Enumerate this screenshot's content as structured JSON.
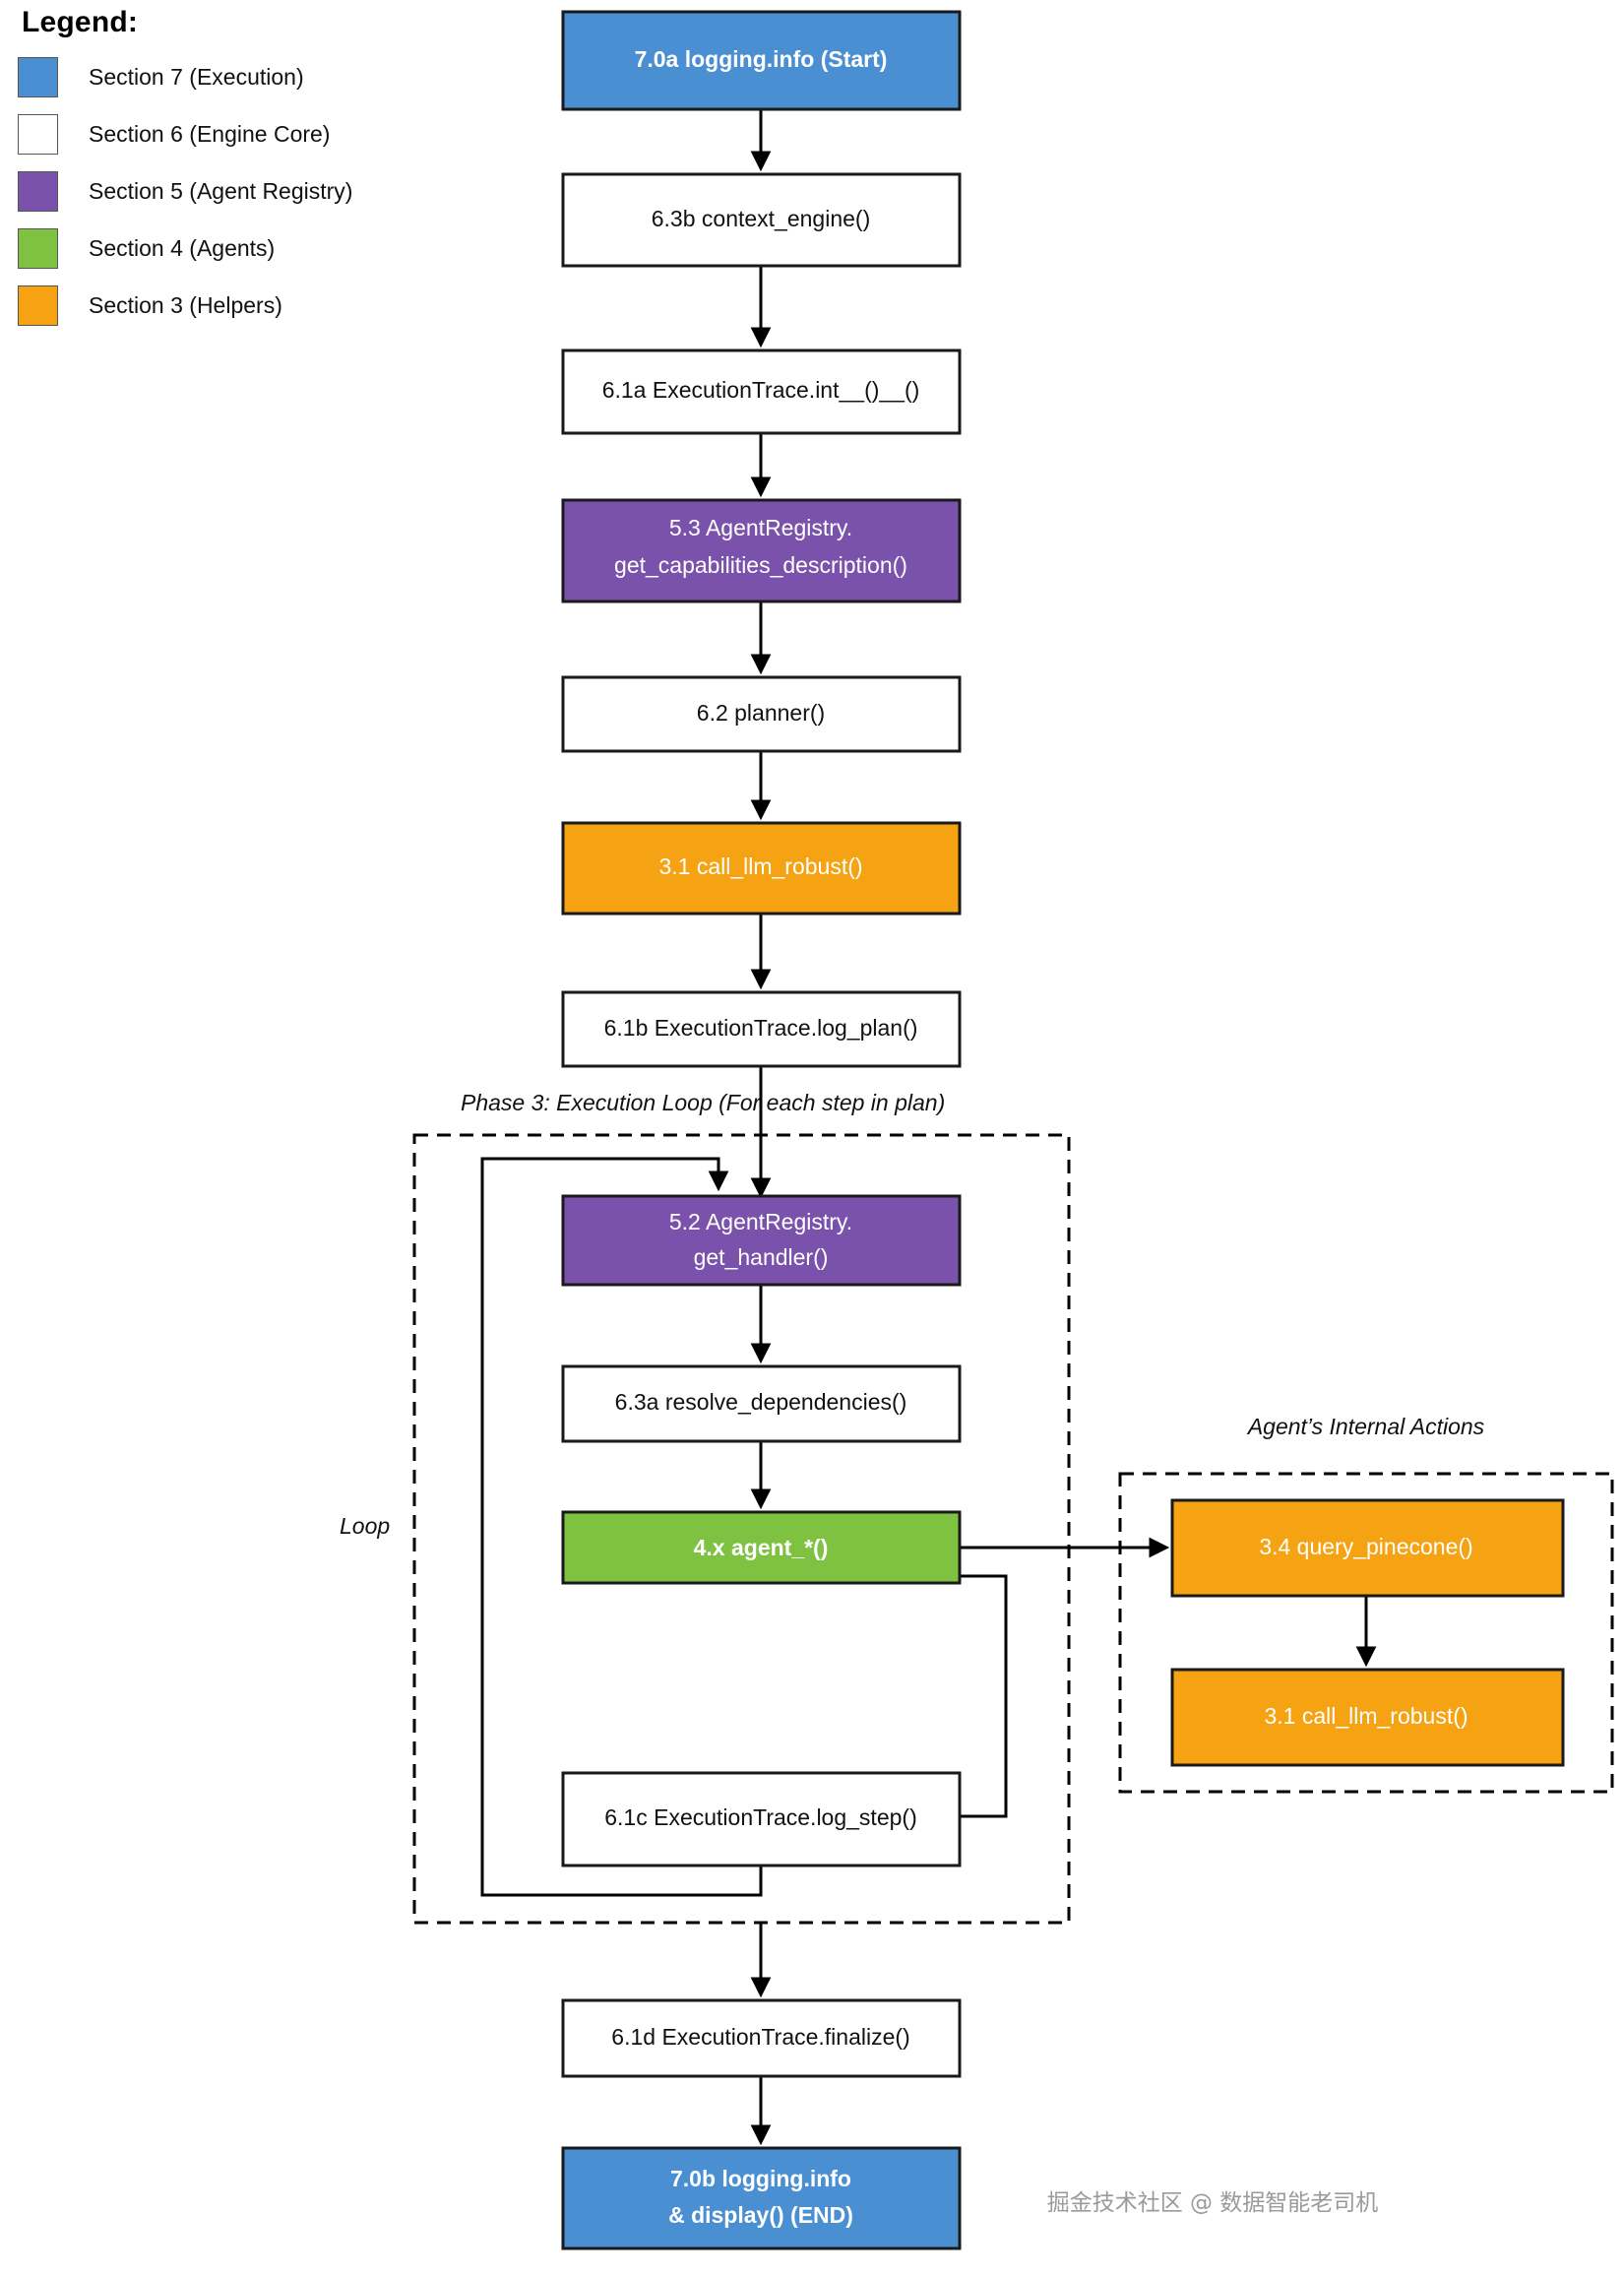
{
  "legend": {
    "title": "Legend:",
    "items": [
      {
        "color": "#4a8fd1",
        "label": "Section 7 (Execution)"
      },
      {
        "color": "#ffffff",
        "label": "Section 6 (Engine Core)"
      },
      {
        "color": "#7b52ab",
        "label": "Section 5 (Agent Registry)"
      },
      {
        "color": "#7fc242",
        "label": "Section 4 (Agents)"
      },
      {
        "color": "#f5a312",
        "label": "Section 3 (Helpers)"
      }
    ]
  },
  "diagram": {
    "type": "flowchart",
    "group_labels": {
      "phase3": "Phase 3: Execution Loop (For each step in plan)",
      "loop": "Loop",
      "agent_internal": "Agent’s Internal Actions"
    },
    "nodes": [
      {
        "id": "n1",
        "text": "7.0a logging.info (Start)",
        "section": 7,
        "fill": "#4a8fd1",
        "text_color": "#ffffff",
        "bold": true
      },
      {
        "id": "n2",
        "text": "6.3b context_engine()",
        "section": 6,
        "fill": "#ffffff",
        "text_color": "#111111",
        "bold": false
      },
      {
        "id": "n3",
        "text": "6.1a ExecutionTrace.int__()__()",
        "section": 6,
        "fill": "#ffffff",
        "text_color": "#111111",
        "bold": false
      },
      {
        "id": "n4",
        "line1": "5.3 AgentRegistry.",
        "line2": "get_capabilities_description()",
        "section": 5,
        "fill": "#7b52ab",
        "text_color": "#ffffff",
        "bold": false
      },
      {
        "id": "n5",
        "text": "6.2 planner()",
        "section": 6,
        "fill": "#ffffff",
        "text_color": "#111111",
        "bold": false
      },
      {
        "id": "n6",
        "text": "3.1 call_llm_robust()",
        "section": 3,
        "fill": "#f5a312",
        "text_color": "#ffffff",
        "bold": false
      },
      {
        "id": "n7",
        "text": "6.1b ExecutionTrace.log_plan()",
        "section": 6,
        "fill": "#ffffff",
        "text_color": "#111111",
        "bold": false
      },
      {
        "id": "n8",
        "line1": "5.2 AgentRegistry.",
        "line2": "get_handler()",
        "section": 5,
        "fill": "#7b52ab",
        "text_color": "#ffffff",
        "bold": false
      },
      {
        "id": "n9",
        "text": "6.3a resolve_dependencies()",
        "section": 6,
        "fill": "#ffffff",
        "text_color": "#111111",
        "bold": false
      },
      {
        "id": "n10",
        "text": "4.x agent_*()",
        "section": 4,
        "fill": "#7fc242",
        "text_color": "#ffffff",
        "bold": true
      },
      {
        "id": "n11",
        "text": "6.1c ExecutionTrace.log_step()",
        "section": 6,
        "fill": "#ffffff",
        "text_color": "#111111",
        "bold": false
      },
      {
        "id": "n12",
        "text": "3.4 query_pinecone()",
        "section": 3,
        "fill": "#f5a312",
        "text_color": "#ffffff",
        "bold": false
      },
      {
        "id": "n13",
        "text": "3.1 call_llm_robust()",
        "section": 3,
        "fill": "#f5a312",
        "text_color": "#ffffff",
        "bold": false
      },
      {
        "id": "n14",
        "text": "6.1d ExecutionTrace.finalize()",
        "section": 6,
        "fill": "#ffffff",
        "text_color": "#111111",
        "bold": false
      },
      {
        "id": "n15",
        "line1": "7.0b logging.info",
        "line2": "& display() (END)",
        "section": 7,
        "fill": "#4a8fd1",
        "text_color": "#ffffff",
        "bold": true
      }
    ],
    "edges": [
      {
        "from": "n1",
        "to": "n2"
      },
      {
        "from": "n2",
        "to": "n3"
      },
      {
        "from": "n3",
        "to": "n4"
      },
      {
        "from": "n4",
        "to": "n5"
      },
      {
        "from": "n5",
        "to": "n6"
      },
      {
        "from": "n6",
        "to": "n7"
      },
      {
        "from": "n7",
        "to": "n8"
      },
      {
        "from": "n8",
        "to": "n9"
      },
      {
        "from": "n9",
        "to": "n10"
      },
      {
        "from": "n10",
        "to": "n12"
      },
      {
        "from": "n10",
        "to": "n11",
        "style": "right-around"
      },
      {
        "from": "n11",
        "to": "n8",
        "style": "loop-back"
      },
      {
        "from": "n11",
        "to": "n14"
      },
      {
        "from": "n12",
        "to": "n13"
      },
      {
        "from": "n14",
        "to": "n15"
      }
    ]
  },
  "watermark": "掘金技术社区 @ 数据智能老司机"
}
